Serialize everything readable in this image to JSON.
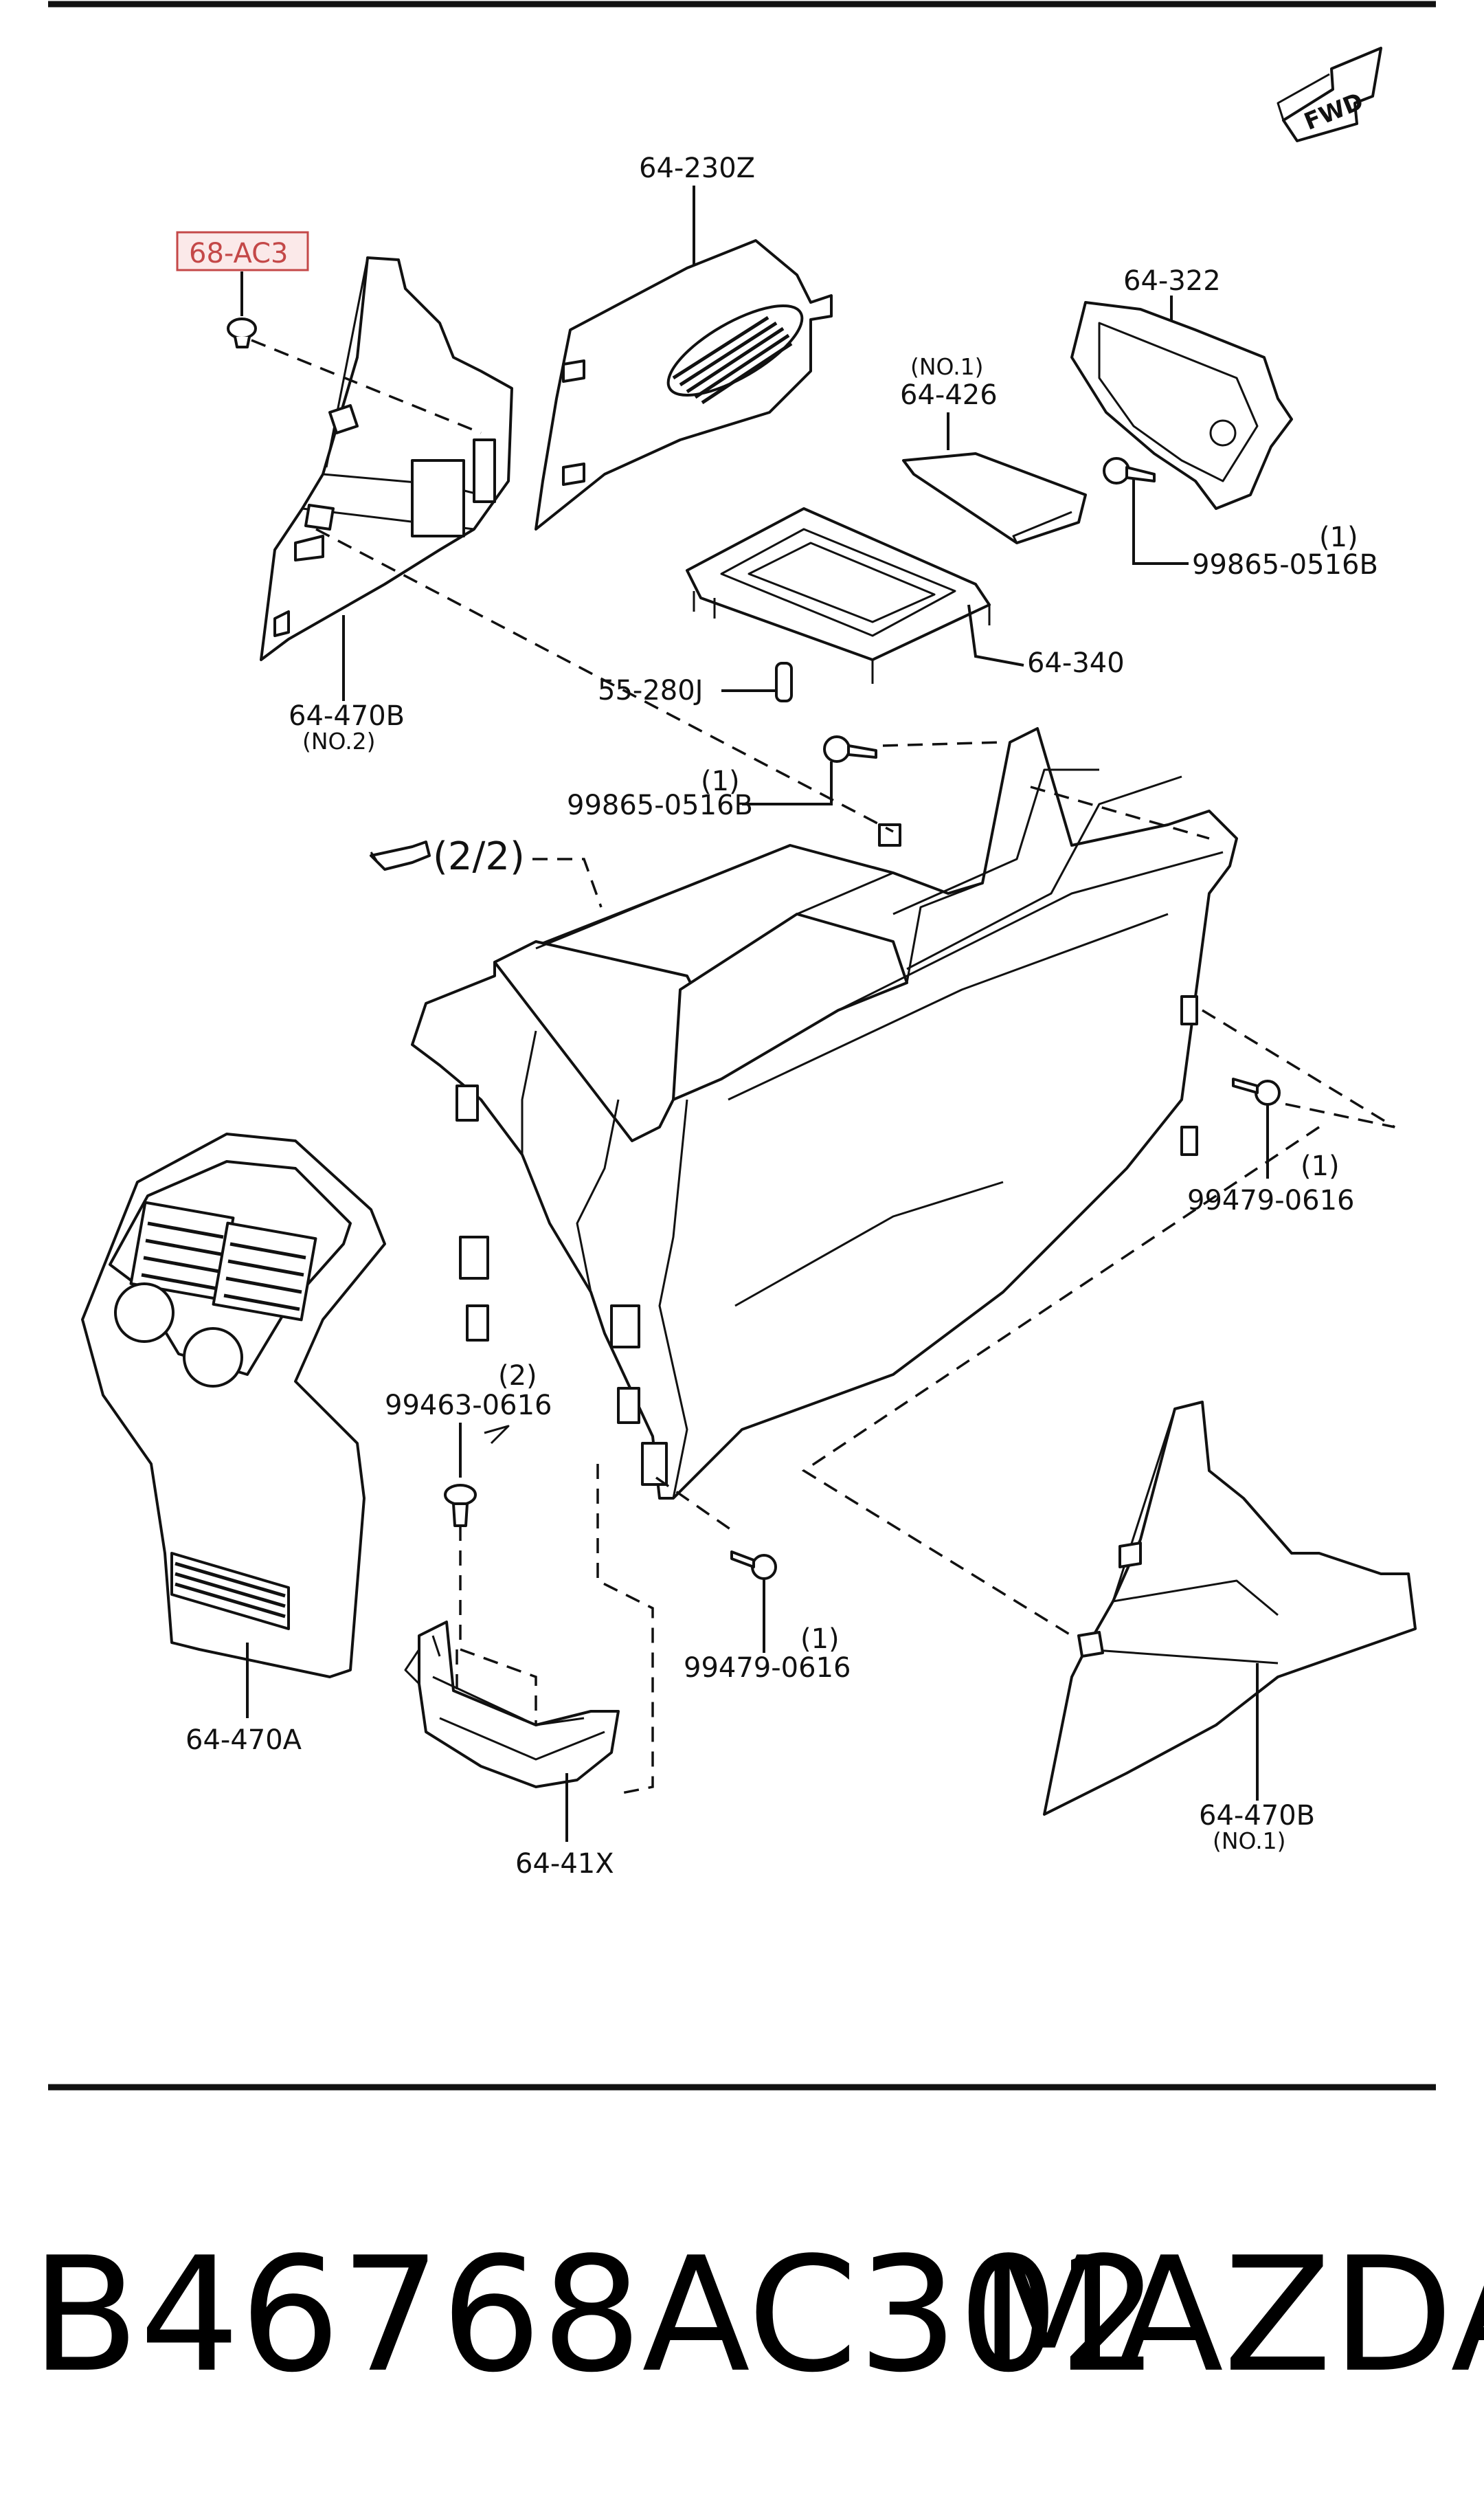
{
  "header": {
    "fwd_badge": "FWD"
  },
  "pointer_ref": {
    "text": "(2/2)"
  },
  "parts": {
    "p_68ac3": {
      "code": "68-AC3"
    },
    "p_64230z": {
      "code": "64-230Z"
    },
    "p_64322": {
      "code": "64-322"
    },
    "p_64426": {
      "code": "64-426",
      "note": "(NO.1)"
    },
    "p_99865_top": {
      "code": "99865-0516B",
      "qty": "(1)"
    },
    "p_64340": {
      "code": "64-340"
    },
    "p_55280j": {
      "code": "55-280J"
    },
    "p_64470b_no2": {
      "code": "64-470B",
      "note": "(NO.2)"
    },
    "p_99865_mid": {
      "code": "99865-0516B",
      "qty": "(1)"
    },
    "p_99479_right": {
      "code": "99479-0616",
      "qty": "(1)"
    },
    "p_99463": {
      "code": "99463-0616",
      "qty": "(2)"
    },
    "p_99479_bottom": {
      "code": "99479-0616",
      "qty": "(1)"
    },
    "p_64470a": {
      "code": "64-470A"
    },
    "p_6441x": {
      "code": "64-41X"
    },
    "p_64470b_no1": {
      "code": "64-470B",
      "note": "(NO.1)"
    }
  },
  "footer": {
    "part_number": "B46768AC302",
    "brand": "MAZDA"
  },
  "colors": {
    "highlight": "#c44848",
    "highlight_fill": "#fbe9e9",
    "ink": "#111111"
  }
}
